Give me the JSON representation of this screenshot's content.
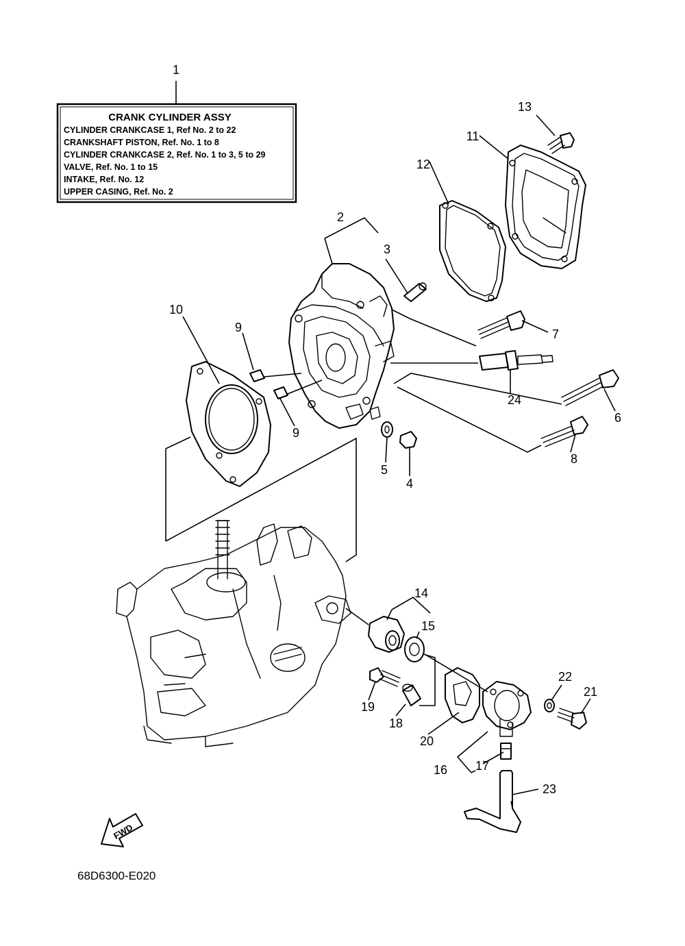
{
  "assembly_box": {
    "title": "CRANK CYLINDER ASSY",
    "lines": [
      "CYLINDER CRANKCASE 1,  Ref No. 2 to 22",
      "CRANKSHAFT PISTON,  Ref. No. 1 to 8",
      "CYLINDER CRANKCASE 2,  Ref. No. 1 to 3, 5 to 29",
      "VALVE,  Ref. No. 1 to 15",
      "INTAKE,  Ref. No. 12",
      "UPPER CASING,  Ref. No. 2"
    ]
  },
  "callouts": {
    "c1": "1",
    "c2": "2",
    "c3": "3",
    "c4": "4",
    "c5": "5",
    "c6": "6",
    "c7": "7",
    "c8": "8",
    "c9a": "9",
    "c9b": "9",
    "c10": "10",
    "c11": "11",
    "c12": "12",
    "c13": "13",
    "c14": "14",
    "c15": "15",
    "c16": "16",
    "c17": "17",
    "c18": "18",
    "c19": "19",
    "c20": "20",
    "c21": "21",
    "c22": "22",
    "c23": "23",
    "c24": "24"
  },
  "fwd_label": "FWD",
  "diagram_code": "68D6300-E020"
}
